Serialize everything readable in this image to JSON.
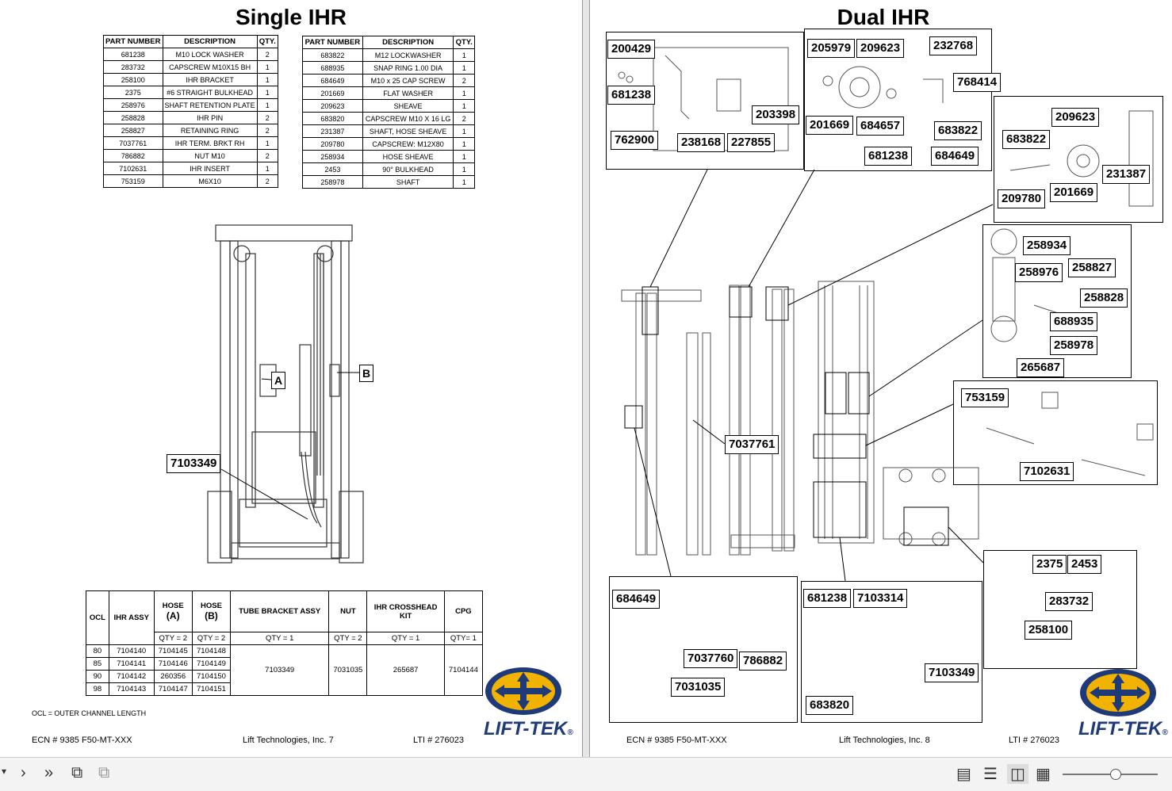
{
  "left_page": {
    "title": "Single IHR",
    "table1": {
      "headers": [
        "PART NUMBER",
        "DESCRIPTION",
        "QTY."
      ],
      "rows": [
        [
          "681238",
          "M10 LOCK WASHER",
          "2"
        ],
        [
          "283732",
          "CAPSCREW M10X15 BH",
          "1"
        ],
        [
          "258100",
          "IHR BRACKET",
          "1"
        ],
        [
          "2375",
          "#6 STRAIGHT BULKHEAD",
          "1"
        ],
        [
          "258976",
          "SHAFT RETENTION PLATE",
          "1"
        ],
        [
          "258828",
          "IHR PIN",
          "2"
        ],
        [
          "258827",
          "RETAINING RING",
          "2"
        ],
        [
          "7037761",
          "IHR TERM. BRKT RH",
          "1"
        ],
        [
          "786882",
          "NUT M10",
          "2"
        ],
        [
          "7102631",
          "IHR INSERT",
          "1"
        ],
        [
          "753159",
          "M6X10",
          "2"
        ]
      ]
    },
    "table2": {
      "headers": [
        "PART NUMBER",
        "DESCRIPTION",
        "QTY."
      ],
      "rows": [
        [
          "683822",
          "M12 LOCKWASHER",
          "1"
        ],
        [
          "688935",
          "SNAP RING 1.00 DIA",
          "1"
        ],
        [
          "684649",
          "M10 x 25 CAP SCREW",
          "2"
        ],
        [
          "201669",
          "FLAT WASHER",
          "1"
        ],
        [
          "209623",
          "SHEAVE",
          "1"
        ],
        [
          "683820",
          "CAPSCREW M10 X 16 LG",
          "2"
        ],
        [
          "231387",
          "SHAFT, HOSE SHEAVE",
          "1"
        ],
        [
          "209780",
          "CAPSCREW: M12X80",
          "1"
        ],
        [
          "258934",
          "HOSE SHEAVE",
          "1"
        ],
        [
          "2453",
          "90° BULKHEAD",
          "1"
        ],
        [
          "258978",
          "SHAFT",
          "1"
        ]
      ]
    },
    "labels": {
      "a": "A",
      "b": "B",
      "assy": "7103349"
    },
    "ocl_table": {
      "headers": {
        "ocl": "OCL",
        "ihr_assy": "IHR ASSY",
        "hose_a_1": "HOSE",
        "hose_a_2": "(A)",
        "hose_b_1": "HOSE",
        "hose_b_2": "(B)",
        "tube": "TUBE BRACKET ASSY",
        "nut": "NUT",
        "cross_1": "IHR CROSSHEAD",
        "cross_2": "KIT",
        "cpg": "CPG"
      },
      "qty": [
        "QTY = 2",
        "QTY = 2",
        "QTY = 1",
        "QTY = 2",
        "QTY = 1",
        "QTY= 1"
      ],
      "rows": [
        [
          "80",
          "7104140",
          "7104145",
          "7104148"
        ],
        [
          "85",
          "7104141",
          "7104146",
          "7104149"
        ],
        [
          "90",
          "7104142",
          "260356",
          "7104150"
        ],
        [
          "98",
          "7104143",
          "7104147",
          "7104151"
        ]
      ],
      "shared": {
        "tube": "7103349",
        "nut": "7031035",
        "cross": "265687",
        "cpg": "7104144"
      }
    },
    "ocl_note": "OCL = OUTER CHANNEL LENGTH",
    "footer": {
      "ecn": "ECN # 9385 F50-MT-XXX",
      "company": "Lift Technologies, Inc. 7",
      "lti": "LTI # 276023"
    },
    "logo_text": "LIFT-TEK",
    "logo_reg": "®"
  },
  "right_page": {
    "title": "Dual IHR",
    "callouts": {
      "d1": [
        "200429",
        "681238",
        "762900",
        "238168",
        "227855",
        "203398"
      ],
      "d2": [
        "205979",
        "209623",
        "232768",
        "768414",
        "201669",
        "684657",
        "683822",
        "681238",
        "684649"
      ],
      "d3": [
        "209623",
        "683822",
        "231387",
        "209780",
        "201669"
      ],
      "d4": [
        "258934",
        "258976",
        "258827",
        "258828",
        "688935",
        "258978",
        "265687"
      ],
      "d5": [
        "753159",
        "7102631"
      ],
      "mid": [
        "7037761"
      ],
      "d6": [
        "684649",
        "7037760",
        "786882",
        "7031035"
      ],
      "d7": [
        "681238",
        "7103314",
        "7103349",
        "683820"
      ],
      "d8": [
        "2375",
        "2453",
        "283732",
        "258100"
      ]
    },
    "footer": {
      "ecn": "ECN # 9385 F50-MT-XXX",
      "company": "Lift Technologies, Inc. 8",
      "lti": "LTI # 276023"
    },
    "logo_text": "LIFT-TEK",
    "logo_reg": "®"
  },
  "toolbar": {
    "icons": [
      "caret-down-icon",
      "next-page-icon",
      "last-page-icon",
      "rotate-icon",
      "rotate-alt-icon",
      "single-page-icon",
      "continuous-icon",
      "two-page-icon",
      "grid-icon"
    ],
    "zoom_fraction": 0.55
  }
}
